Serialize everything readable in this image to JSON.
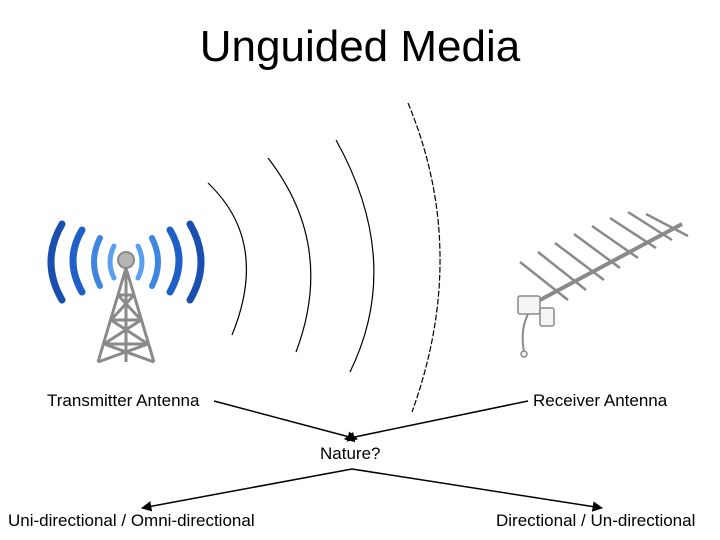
{
  "slide": {
    "title": "Unguided Media",
    "transmitter_label": "Transmitter Antenna",
    "receiver_label": "Receiver Antenna",
    "question_label": "Nature?",
    "left_option": "Uni-directional / Omni-directional",
    "right_option": "Directional / Un-directional"
  },
  "colors": {
    "signal_waves": "#2f6fd6",
    "tower": "#8a8a8a",
    "arrows": "#000000"
  },
  "icons": {
    "transmitter": "radio-tower-icon",
    "receiver": "yagi-antenna-icon"
  }
}
